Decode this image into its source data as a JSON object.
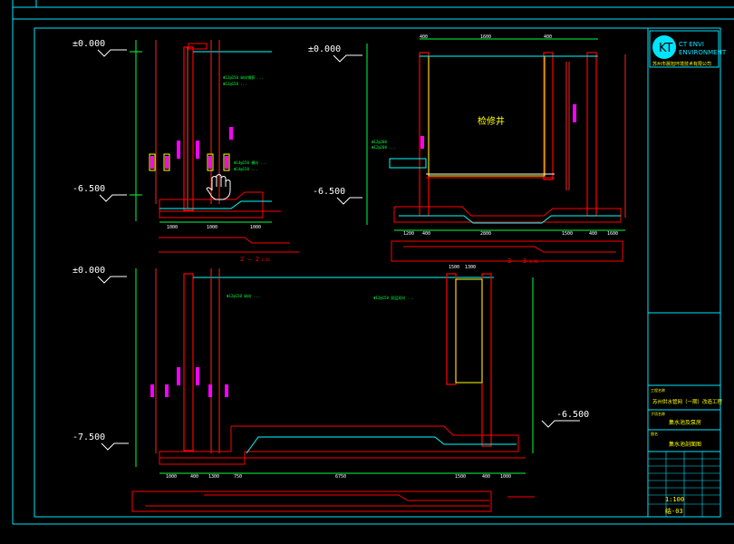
{
  "colors": {
    "frame": "#00e5ff",
    "concrete": "#ff0000",
    "rebar": "#ff2020",
    "white": "#ffffff",
    "dim": "#00ff40",
    "yellow": "#ffff00",
    "magenta": "#ff00ff",
    "cyan": "#00ffff"
  },
  "levels": {
    "top_left_a": "±0.000",
    "top_right_a": "±0.000",
    "bottom_left_a": "-6.500",
    "bottom_right_a": "-6.500",
    "top_left_b": "±0.000",
    "bottom_left_b": "-7.500",
    "right_b": "-6.500"
  },
  "section_titles": {
    "section_2": "2 — 2",
    "section_3": "3 — 3",
    "well_label": "检修井",
    "scale_2": "1:50",
    "scale_3": "1:50"
  },
  "dimensions": {
    "top_left_bottom": [
      "1000",
      "1000",
      "1000"
    ],
    "top_right_bottom": [
      "1200",
      "400",
      "2800",
      "1500",
      "400",
      "1600"
    ],
    "bottom_left_bottom": [
      "1000",
      "400",
      "1300",
      "750",
      "6750",
      "1500",
      "400",
      "1000"
    ],
    "top_right_top": [
      "400",
      "1600",
      "400"
    ],
    "bottom_right_top": [
      "1500",
      "1300"
    ]
  },
  "title_block": {
    "logo_text": "KT",
    "company_en_line1": "CT ENVI",
    "company_en_line2": "ENVIRONMENT",
    "company_cn": "苏州市晨旭环境技术有限公司",
    "project_label": "工程名称",
    "project_name": "苏州供水管网（一期）改造工程",
    "subitem_label": "子项名称",
    "subitem_name": "集水池及泵房",
    "drawing_label": "图名",
    "drawing_name": "集水池剖面图",
    "scale": "1:100",
    "drawing_no": "结-03"
  }
}
